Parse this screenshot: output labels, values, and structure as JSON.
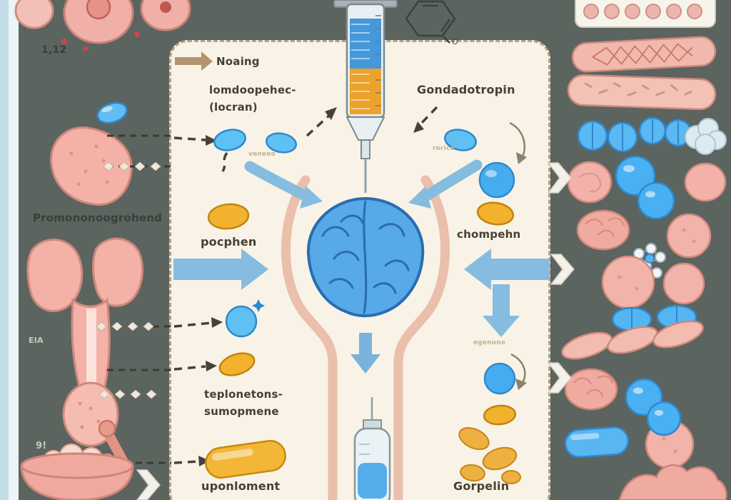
{
  "colors": {
    "background": "#5c6460",
    "left_strip": "#c2dde6",
    "panel_bg": "#f8f3e6",
    "panel_border": "#b2a284",
    "pink": "#f2b2a9",
    "pink_outline": "#cf8a7c",
    "blue_pill": "#57b5f0",
    "blue_outline": "#2f88cc",
    "gold_pill": "#f2b22e",
    "gold_outline": "#c0850e",
    "arrow_blue": "#85bcdf",
    "dash_dark": "#3e3a32",
    "label_dark": "#474032",
    "note_tan": "#c3b290"
  },
  "left_column": {
    "ref_number": "1,12",
    "organ_label": "Promononoogrohend",
    "side_note": "EIA",
    "bottom_note": "9!"
  },
  "panel": {
    "label_noaing": "Noaing",
    "label_lomdoopehec": "lomdoopehec-",
    "label_locran": "(locran)",
    "label_gondadotropin": "Gondadotropin",
    "note_veneoo": "veneoo",
    "note_rorice": "rorice",
    "label_pocphen": "pocphen",
    "label_chompehn": "chompehn",
    "note_egenone": "egenone",
    "label_teplonetons": "teplonetons-",
    "label_sumopmene": "sumopmene",
    "label_uponloment": "uponloment",
    "label_gorpelin": "Gorpelin"
  },
  "chem": {
    "atom_label": "O"
  },
  "icons": [
    "syringe-icon",
    "brain-icon",
    "flask-icon",
    "vial-icon",
    "thyroid-gland-icon",
    "uterus-icon",
    "ovary-canal-icon",
    "mortar-bowl-icon",
    "blister-pack-icon",
    "capsule-strip-icon",
    "tablet-pair-icon",
    "blue-sphere-icon",
    "yellow-pill-icon",
    "gold-capsule-icon",
    "golden-chunks-icon",
    "molecule-icon",
    "chem-structure-icon",
    "pink-brain-icon",
    "pink-circle-icon",
    "cloud-blob-icon",
    "white-chevron-arrow-icon",
    "blue-curved-arrow-icon",
    "blue-block-arrow-icon",
    "dashed-arrow-icon",
    "diamond-row-icon",
    "tan-arrow-icon"
  ]
}
